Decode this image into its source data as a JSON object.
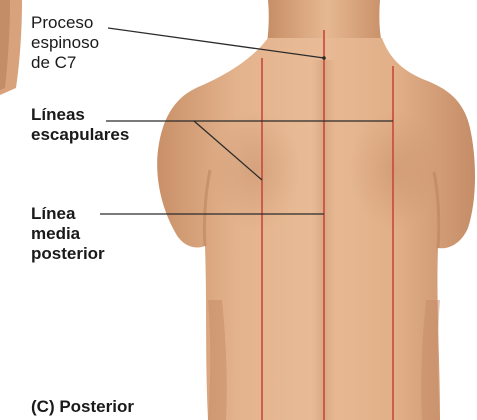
{
  "colors": {
    "reference_line": "#c8483b",
    "leader_line": "#2b2b2b",
    "skin": "#e2b088",
    "skin_shadow": "#c58d68",
    "skin_highlight": "#ecc09c",
    "text": "#1a1a1a"
  },
  "labels": {
    "c7": [
      "Proceso",
      "espinoso",
      "de C7"
    ],
    "scapular": [
      "Líneas",
      "escapulares"
    ],
    "midline": [
      "Línea",
      "media",
      "posterior"
    ],
    "view": "(C) Posterior"
  }
}
